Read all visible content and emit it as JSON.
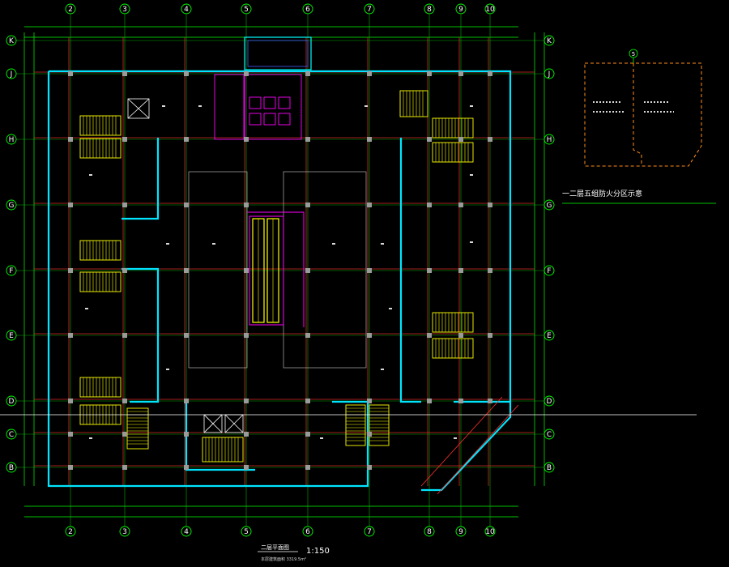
{
  "grid": {
    "columns": [
      "2",
      "3",
      "4",
      "5",
      "6",
      "7",
      "8",
      "9",
      "10"
    ],
    "rows": [
      "K",
      "J",
      "H",
      "G",
      "F",
      "E",
      "D",
      "C",
      "B"
    ]
  },
  "fire_zone_title": "一二层五组防火分区示意",
  "drawing_title": "二层平面图",
  "drawing_scale": "1:150",
  "drawing_area": "本层建筑面积        3319.5m²",
  "colors": {
    "background": "#000000",
    "axis": "#00ff00",
    "structure": "#ff3c3c",
    "firewall": "#00ffff",
    "stairs": "#ffff00",
    "columns": "#8a8a8a",
    "zone_outline": "#ff8c1a",
    "toilets": "#ff00ff"
  }
}
